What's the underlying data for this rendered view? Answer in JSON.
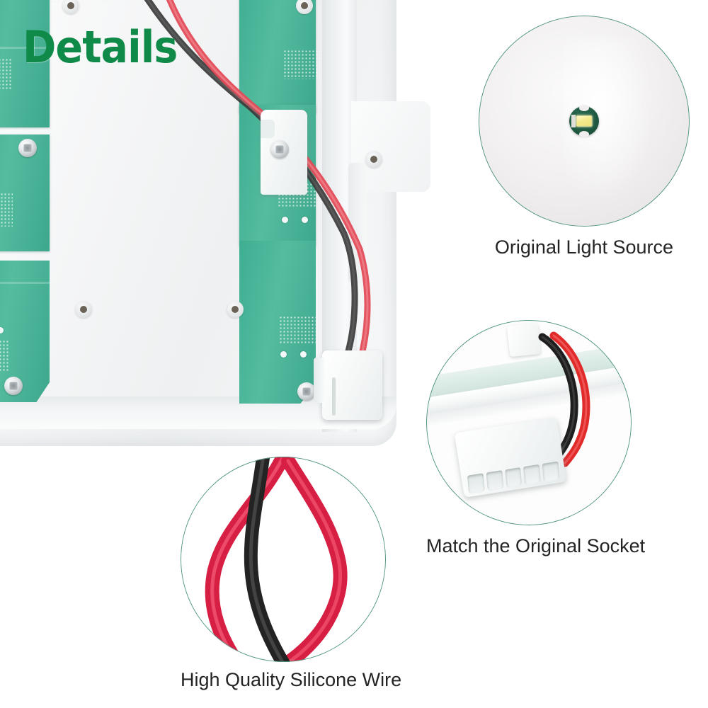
{
  "page": {
    "title": "Details",
    "title_color": "#108A48",
    "background": "#ffffff",
    "accent_circle_border": "#4f9480",
    "caption_color": "#242424"
  },
  "main_photo": {
    "name": "led-panel-interior-photo",
    "description": "Opened white LED panel housing showing green PCB strips, silver screws, red and black wires routed through a white clip to a white connector"
  },
  "callouts": [
    {
      "id": "light-source",
      "caption": "Original Light Source",
      "image_name": "led-chip-closeup",
      "colors": {
        "chip_pcb": "#1f5840",
        "phosphor": "#f4ea8c",
        "surface": "#f2f0f0"
      }
    },
    {
      "id": "socket",
      "caption": "Match the Original Socket",
      "image_name": "white-5pin-connector-closeup",
      "colors": {
        "connector": "#f7f9f9",
        "wire_red": "#e02b2b",
        "wire_black": "#1e1e1e"
      },
      "pin_count": 5
    },
    {
      "id": "wire",
      "caption": "High Quality Silicone Wire",
      "image_name": "silicone-wire-closeup",
      "colors": {
        "wire_red": "#d61f43",
        "wire_black": "#232323"
      }
    }
  ]
}
